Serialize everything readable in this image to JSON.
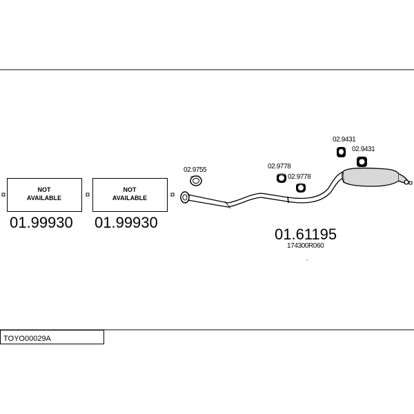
{
  "diagram_code": "TOYO00029A",
  "not_available_boxes": [
    {
      "line1": "NOT",
      "line2": "AVAILABLE",
      "part_number": "01.99930"
    },
    {
      "line1": "NOT",
      "line2": "AVAILABLE",
      "part_number": "01.99930"
    }
  ],
  "main_part": {
    "number": "01.61195",
    "oem": "174300R060"
  },
  "clamp_part": "02.9755",
  "hangers": [
    {
      "label": "02.9778"
    },
    {
      "label": "02.9778"
    },
    {
      "label": "02.9431"
    },
    {
      "label": "02.9431"
    }
  ]
}
